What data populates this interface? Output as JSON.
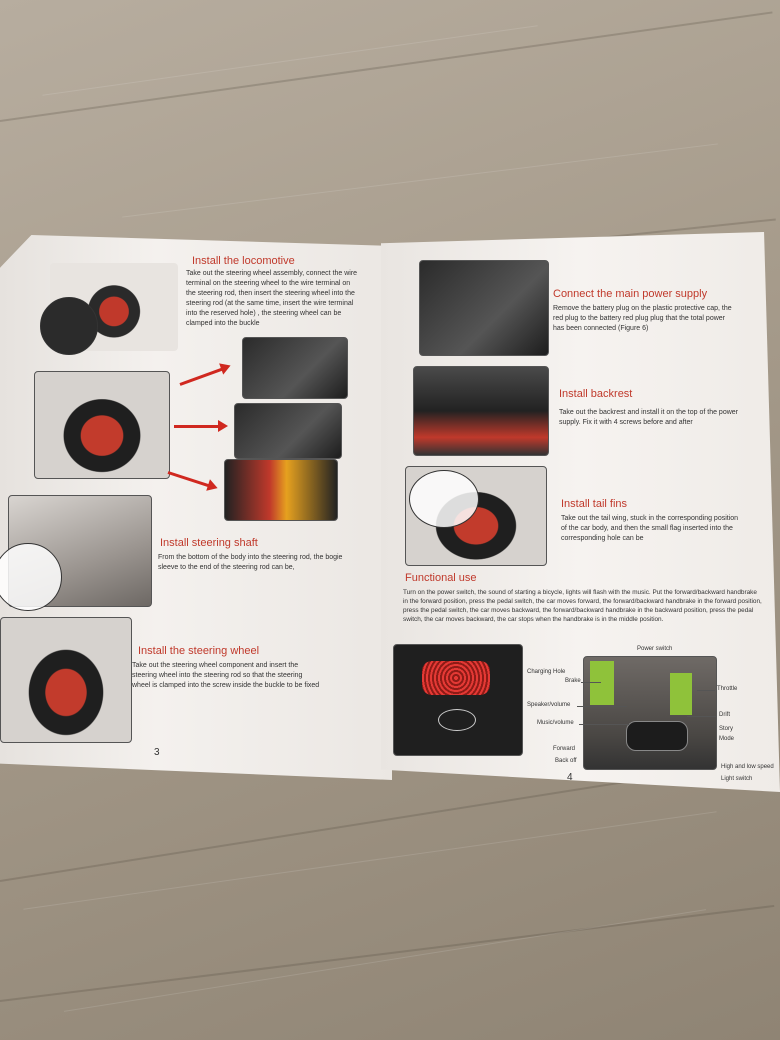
{
  "left_page": {
    "step1_title": "Install the locomotive",
    "step1_text": "Take out the steering wheel assembly, connect the wire terminal on the steering wheel to the wire terminal on the steering rod, then insert the steering wheel into the steering rod (at the same time, insert the wire terminal into the reserved hole) , the steering wheel can be clamped into the buckle",
    "step2_title": "Install steering shaft",
    "step2_text": "From the bottom of the body into the steering rod, the bogie sleeve to the end of the steering rod can be,",
    "step3_title": "Install the steering wheel",
    "step3_text": "Take out the steering wheel component and insert the steering wheel into the steering rod so that the steering wheel is clamped into the screw inside the buckle to be fixed",
    "page_number": "3"
  },
  "right_page": {
    "step4_title": "Connect the main power supply",
    "step4_text": "Remove the battery plug on the plastic protective cap, the red plug to the battery red plug plug that the total power has been connected (Figure 6)",
    "step5_title": "Install backrest",
    "step5_text": "Take out the backrest and install it on the top of the power supply. Fix it with 4 screws before and after",
    "step6_title": "Install tail fins",
    "step6_text": "Take out the tail wing, stuck in the corresponding position of the car body, and then the small flag inserted into the corresponding hole can be",
    "functional_title": "Functional use",
    "functional_text": "Turn on the power switch, the sound of starting a bicycle, lights will flash with the music. Put the forward/backward handbrake in the forward position, press the pedal switch, the car moves forward, the forward/backward handbrake in the forward position, press the pedal switch, the car moves backward, the forward/backward handbrake in the backward position, press the pedal switch, the car moves backward, the car stops when the handbrake is in the middle position.",
    "labels": {
      "power_switch": "Power switch",
      "charging_hole": "Charging Hole",
      "brake": "Brake",
      "throttle": "Throttle",
      "speaker_volume": "Speaker/volume",
      "music_volume": "Music/volume",
      "drift": "Drift",
      "story": "Story",
      "mode": "Mode",
      "forward": "Forward",
      "back_off": "Back off",
      "high_low_speed": "High and low speed",
      "light_switch": "Light switch"
    },
    "page_number": "4"
  }
}
